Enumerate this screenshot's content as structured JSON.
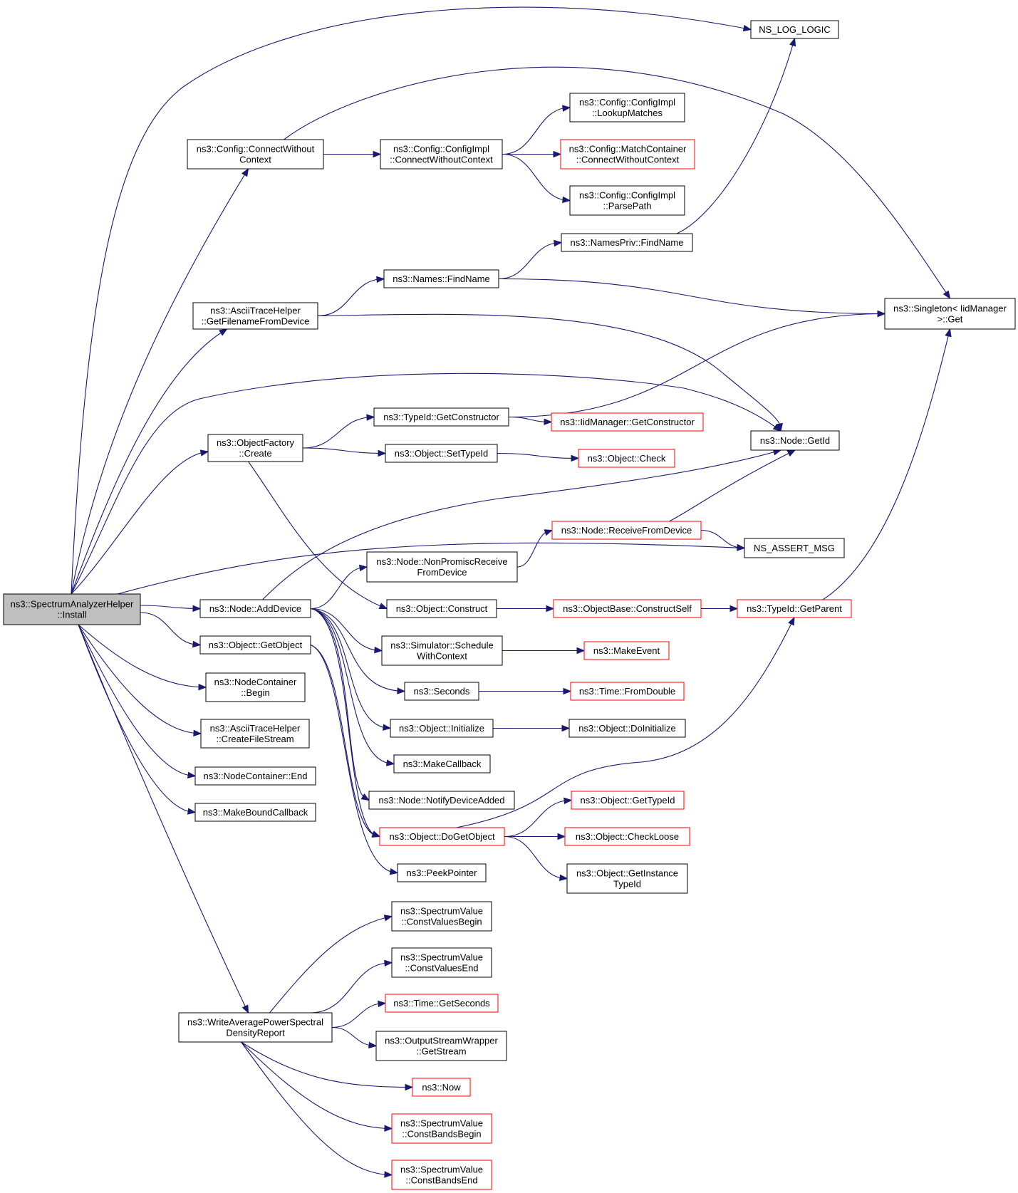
{
  "colors": {
    "edge": "#191970",
    "node_border": "#000000",
    "node_border_missing": "#ff0000",
    "root_fill": "#bfbfbf"
  },
  "nodes": [
    {
      "id": "root",
      "lines": [
        "ns3::SpectrumAnalyzerHelper",
        "::Install"
      ],
      "style": "root"
    },
    {
      "id": "nslog",
      "lines": [
        "NS_LOG_LOGIC"
      ],
      "style": "normal"
    },
    {
      "id": "cfgcwc",
      "lines": [
        "ns3::Config::ConnectWithout",
        "Context"
      ],
      "style": "normal"
    },
    {
      "id": "implcwc",
      "lines": [
        "ns3::Config::ConfigImpl",
        "::ConnectWithoutContext"
      ],
      "style": "normal"
    },
    {
      "id": "lookup",
      "lines": [
        "ns3::Config::ConfigImpl",
        "::LookupMatches"
      ],
      "style": "normal"
    },
    {
      "id": "matchcwc",
      "lines": [
        "ns3::Config::MatchContainer",
        "::ConnectWithoutContext"
      ],
      "style": "red"
    },
    {
      "id": "parse",
      "lines": [
        "ns3::Config::ConfigImpl",
        "::ParsePath"
      ],
      "style": "normal"
    },
    {
      "id": "npfind",
      "lines": [
        "ns3::NamesPriv::FindName"
      ],
      "style": "normal"
    },
    {
      "id": "nfind",
      "lines": [
        "ns3::Names::FindName"
      ],
      "style": "normal"
    },
    {
      "id": "ascfn",
      "lines": [
        "ns3::AsciiTraceHelper",
        "::GetFilenameFromDevice"
      ],
      "style": "normal"
    },
    {
      "id": "singleton",
      "lines": [
        "ns3::Singleton< IidManager",
        ">::Get"
      ],
      "style": "normal"
    },
    {
      "id": "getctor",
      "lines": [
        "ns3::TypeId::GetConstructor"
      ],
      "style": "normal"
    },
    {
      "id": "iidctor",
      "lines": [
        "ns3::IidManager::GetConstructor"
      ],
      "style": "red"
    },
    {
      "id": "ofcreate",
      "lines": [
        "ns3::ObjectFactory",
        "::Create"
      ],
      "style": "normal"
    },
    {
      "id": "settype",
      "lines": [
        "ns3::Object::SetTypeId"
      ],
      "style": "normal"
    },
    {
      "id": "objcheck",
      "lines": [
        "ns3::Object::Check"
      ],
      "style": "red"
    },
    {
      "id": "nodegetid",
      "lines": [
        "ns3::Node::GetId"
      ],
      "style": "normal"
    },
    {
      "id": "recv",
      "lines": [
        "ns3::Node::ReceiveFromDevice"
      ],
      "style": "red"
    },
    {
      "id": "assert",
      "lines": [
        "NS_ASSERT_MSG"
      ],
      "style": "normal"
    },
    {
      "id": "nonprom",
      "lines": [
        "ns3::Node::NonPromiscReceive",
        "FromDevice"
      ],
      "style": "normal"
    },
    {
      "id": "adddev",
      "lines": [
        "ns3::Node::AddDevice"
      ],
      "style": "normal"
    },
    {
      "id": "construct",
      "lines": [
        "ns3::Object::Construct"
      ],
      "style": "normal"
    },
    {
      "id": "cself",
      "lines": [
        "ns3::ObjectBase::ConstructSelf"
      ],
      "style": "red"
    },
    {
      "id": "getparent",
      "lines": [
        "ns3::TypeId::GetParent"
      ],
      "style": "red"
    },
    {
      "id": "getobj",
      "lines": [
        "ns3::Object::GetObject"
      ],
      "style": "normal"
    },
    {
      "id": "sched",
      "lines": [
        "ns3::Simulator::Schedule",
        "WithContext"
      ],
      "style": "normal"
    },
    {
      "id": "mkevent",
      "lines": [
        "ns3::MakeEvent"
      ],
      "style": "red"
    },
    {
      "id": "ncbegin",
      "lines": [
        "ns3::NodeContainer",
        "::Begin"
      ],
      "style": "normal"
    },
    {
      "id": "seconds",
      "lines": [
        "ns3::Seconds"
      ],
      "style": "normal"
    },
    {
      "id": "fromdbl",
      "lines": [
        "ns3::Time::FromDouble"
      ],
      "style": "red"
    },
    {
      "id": "ascstream",
      "lines": [
        "ns3::AsciiTraceHelper",
        "::CreateFileStream"
      ],
      "style": "normal"
    },
    {
      "id": "init",
      "lines": [
        "ns3::Object::Initialize"
      ],
      "style": "normal"
    },
    {
      "id": "doinit",
      "lines": [
        "ns3::Object::DoInitialize"
      ],
      "style": "normal"
    },
    {
      "id": "mkcb",
      "lines": [
        "ns3::MakeCallback"
      ],
      "style": "normal"
    },
    {
      "id": "ncend",
      "lines": [
        "ns3::NodeContainer::End"
      ],
      "style": "normal"
    },
    {
      "id": "notify",
      "lines": [
        "ns3::Node::NotifyDeviceAdded"
      ],
      "style": "normal"
    },
    {
      "id": "mkbound",
      "lines": [
        "ns3::MakeBoundCallback"
      ],
      "style": "normal"
    },
    {
      "id": "gettypeid",
      "lines": [
        "ns3::Object::GetTypeId"
      ],
      "style": "red"
    },
    {
      "id": "dogetobj",
      "lines": [
        "ns3::Object::DoGetObject"
      ],
      "style": "red"
    },
    {
      "id": "checkloose",
      "lines": [
        "ns3::Object::CheckLoose"
      ],
      "style": "red"
    },
    {
      "id": "peek",
      "lines": [
        "ns3::PeekPointer"
      ],
      "style": "normal"
    },
    {
      "id": "instype",
      "lines": [
        "ns3::Object::GetInstance",
        "TypeId"
      ],
      "style": "normal"
    },
    {
      "id": "cvbegin",
      "lines": [
        "ns3::SpectrumValue",
        "::ConstValuesBegin"
      ],
      "style": "normal"
    },
    {
      "id": "cvend",
      "lines": [
        "ns3::SpectrumValue",
        "::ConstValuesEnd"
      ],
      "style": "normal"
    },
    {
      "id": "getsec",
      "lines": [
        "ns3::Time::GetSeconds"
      ],
      "style": "red"
    },
    {
      "id": "wapsd",
      "lines": [
        "ns3::WriteAveragePowerSpectral",
        "DensityReport"
      ],
      "style": "normal"
    },
    {
      "id": "osw",
      "lines": [
        "ns3::OutputStreamWrapper",
        "::GetStream"
      ],
      "style": "normal"
    },
    {
      "id": "now",
      "lines": [
        "ns3::Now"
      ],
      "style": "red"
    },
    {
      "id": "cbbegin",
      "lines": [
        "ns3::SpectrumValue",
        "::ConstBandsBegin"
      ],
      "style": "red"
    },
    {
      "id": "cbend",
      "lines": [
        "ns3::SpectrumValue",
        "::ConstBandsEnd"
      ],
      "style": "red"
    }
  ],
  "edges": [
    [
      "root",
      "nslog"
    ],
    [
      "root",
      "cfgcwc"
    ],
    [
      "root",
      "ascfn"
    ],
    [
      "root",
      "nodegetid"
    ],
    [
      "root",
      "ofcreate"
    ],
    [
      "root",
      "assert"
    ],
    [
      "root",
      "adddev"
    ],
    [
      "root",
      "getobj"
    ],
    [
      "root",
      "ncbegin"
    ],
    [
      "root",
      "ascstream"
    ],
    [
      "root",
      "ncend"
    ],
    [
      "root",
      "mkbound"
    ],
    [
      "root",
      "wapsd"
    ],
    [
      "cfgcwc",
      "implcwc"
    ],
    [
      "cfgcwc",
      "singleton"
    ],
    [
      "implcwc",
      "lookup"
    ],
    [
      "implcwc",
      "matchcwc"
    ],
    [
      "implcwc",
      "parse"
    ],
    [
      "npfind",
      "nslog"
    ],
    [
      "nfind",
      "npfind"
    ],
    [
      "nfind",
      "singleton"
    ],
    [
      "ascfn",
      "nfind"
    ],
    [
      "ascfn",
      "nodegetid"
    ],
    [
      "getctor",
      "singleton"
    ],
    [
      "getctor",
      "iidctor"
    ],
    [
      "ofcreate",
      "getctor"
    ],
    [
      "ofcreate",
      "settype"
    ],
    [
      "ofcreate",
      "construct"
    ],
    [
      "settype",
      "objcheck"
    ],
    [
      "recv",
      "nodegetid"
    ],
    [
      "recv",
      "assert"
    ],
    [
      "nonprom",
      "recv"
    ],
    [
      "adddev",
      "nodegetid"
    ],
    [
      "adddev",
      "nonprom"
    ],
    [
      "adddev",
      "sched"
    ],
    [
      "adddev",
      "seconds"
    ],
    [
      "adddev",
      "init"
    ],
    [
      "adddev",
      "mkcb"
    ],
    [
      "adddev",
      "notify"
    ],
    [
      "adddev",
      "dogetobj"
    ],
    [
      "construct",
      "cself"
    ],
    [
      "cself",
      "getparent"
    ],
    [
      "getparent",
      "singleton"
    ],
    [
      "sched",
      "mkevent"
    ],
    [
      "seconds",
      "fromdbl"
    ],
    [
      "init",
      "doinit"
    ],
    [
      "getobj",
      "dogetobj"
    ],
    [
      "getobj",
      "peek"
    ],
    [
      "dogetobj",
      "gettypeid"
    ],
    [
      "dogetobj",
      "getparent"
    ],
    [
      "dogetobj",
      "checkloose"
    ],
    [
      "dogetobj",
      "instype"
    ],
    [
      "wapsd",
      "cvbegin"
    ],
    [
      "wapsd",
      "cvend"
    ],
    [
      "wapsd",
      "getsec"
    ],
    [
      "wapsd",
      "osw"
    ],
    [
      "wapsd",
      "now"
    ],
    [
      "wapsd",
      "cbbegin"
    ],
    [
      "wapsd",
      "cbend"
    ]
  ]
}
